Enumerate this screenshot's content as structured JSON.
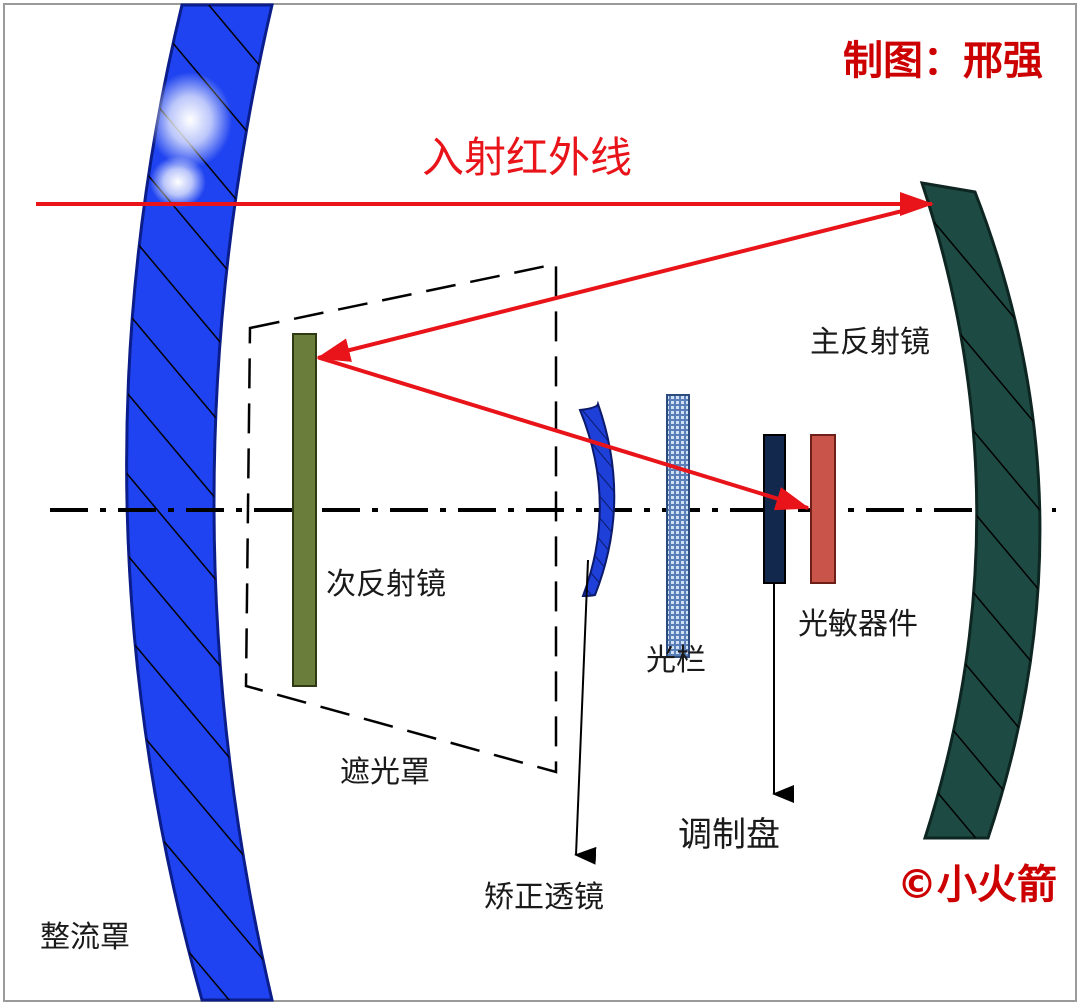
{
  "title": "入射红外线",
  "author_credit": "制图：邢强",
  "copyright": "©小火箭",
  "watermark": "小火箭",
  "labels": {
    "fairing": "整流罩",
    "primary_mirror": "主反射镜",
    "secondary_mirror": "次反射镜",
    "light_shield": "遮光罩",
    "corrector_lens": "矫正透镜",
    "aperture_stop": "光栏",
    "modulation_disk": "调制盘",
    "photosensitive_device": "光敏器件"
  },
  "colors": {
    "ray": "#e8141a",
    "fairing": "#1f43f0",
    "primary_mirror": "#1e4a44",
    "secondary_mirror": "#6b7d3a",
    "corrector_lens": "#1e3fd8",
    "aperture_stop": "#5a7fb8",
    "modulation_disk": "#13284d",
    "photosensitive_device": "#c9554a",
    "credit": "#cc0000"
  }
}
